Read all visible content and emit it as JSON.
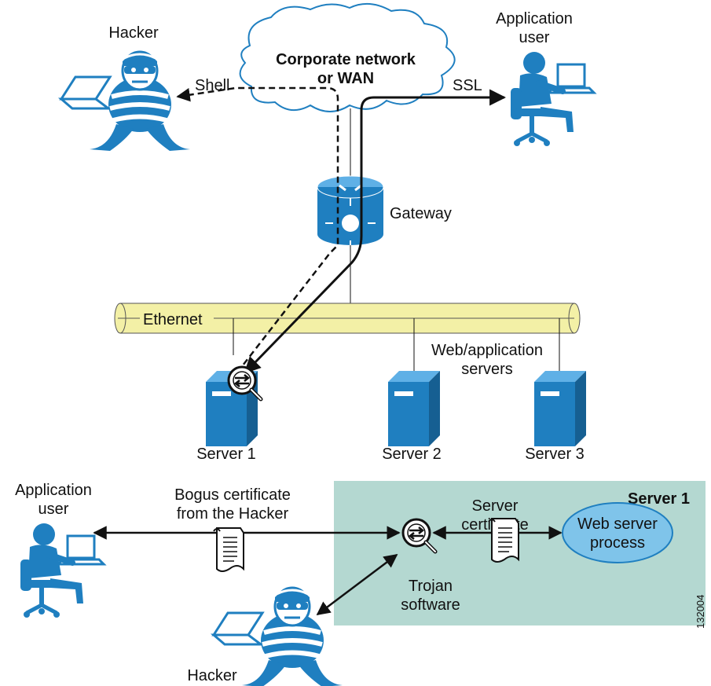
{
  "top": {
    "network_cloud_label": [
      "Corporate network",
      "or WAN"
    ],
    "hacker_label": "Hacker",
    "app_user_label": [
      "Application",
      "user"
    ],
    "shell_label": "Shell",
    "ssl_label": "SSL",
    "gateway_label": "Gateway",
    "ethernet_label": "Ethernet",
    "web_app_servers_label": [
      "Web/application",
      "servers"
    ],
    "servers": [
      "Server 1",
      "Server 2",
      "Server 3"
    ]
  },
  "bottom": {
    "app_user_label": [
      "Application",
      "user"
    ],
    "bogus_cert_label": [
      "Bogus certificate",
      "from the Hacker"
    ],
    "server_box_title": "Server 1",
    "server_cert_label": [
      "Server",
      "certificate"
    ],
    "web_process_label": [
      "Web server",
      "process"
    ],
    "trojan_label": [
      "Trojan",
      "software"
    ],
    "hacker_label": "Hacker"
  },
  "figure_id": "132004",
  "colors": {
    "device_blue": "#1f7fc0",
    "device_light": "#5fb0e6",
    "ethernet_fill": "#f3f0a6",
    "server_box_fill": "#b4d8d1",
    "process_fill": "#7fc4ea"
  }
}
